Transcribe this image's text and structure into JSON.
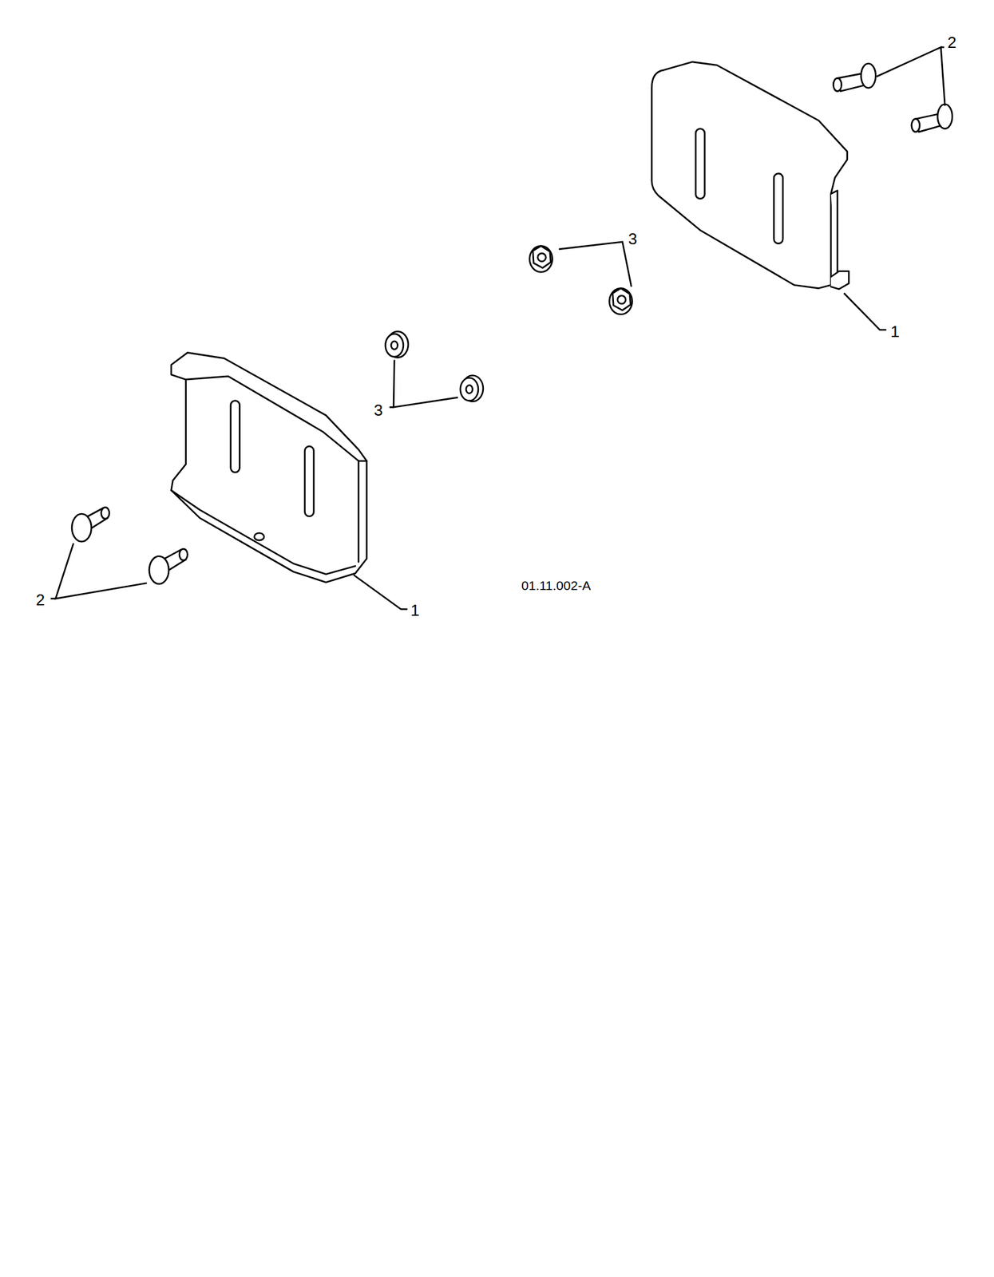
{
  "diagram": {
    "labels": [
      "2",
      "3",
      "1",
      "3",
      "2",
      "1",
      "01.11.002-A"
    ]
  }
}
